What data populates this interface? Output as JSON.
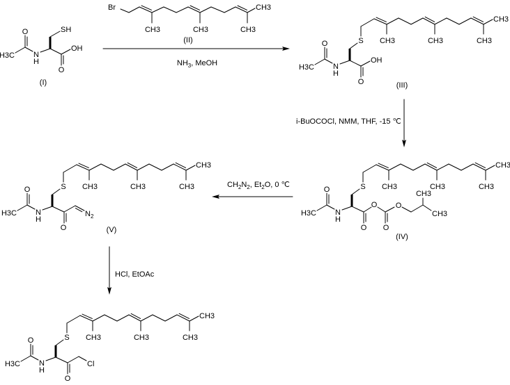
{
  "compounds": {
    "I": "(I)",
    "II": "(II)",
    "III": "(III)",
    "IV": "(IV)",
    "V": "(V)"
  },
  "reagents": {
    "step1": "NH3, MeOH",
    "step2": "i-BuOCOCl, NMM, THF, -15 ℃",
    "step3": "CH2N2, Et2O, 0 ℃",
    "step4": "HCl, EtOAc"
  },
  "atoms": {
    "S": "S",
    "O": "O",
    "N": "N",
    "H": "H",
    "CH3": "CH3",
    "H3C": "H3C",
    "OH": "OH",
    "SH": "SH",
    "Br": "Br",
    "Cl": "Cl",
    "N2": "N2"
  }
}
